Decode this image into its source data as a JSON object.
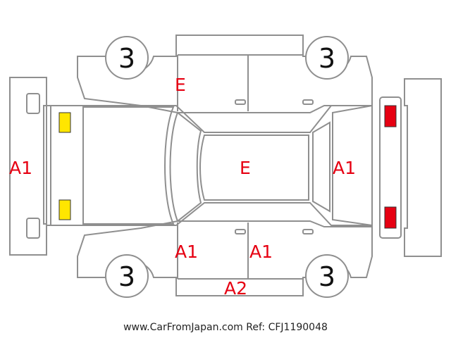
{
  "tires": {
    "front_left": "3",
    "front_right": "3",
    "rear_left": "3",
    "rear_right": "3"
  },
  "marks": {
    "front_bumper": "A1",
    "rear_bumper": "A1",
    "hood": "E",
    "roof": "E",
    "left_front_door": "A1",
    "left_rear_door": "A1",
    "left_rocker": "A2"
  },
  "lamps": {
    "front_color": "#ffe600",
    "rear_color": "#e60012"
  },
  "footer": {
    "credit": "www.CarFromJapan.com Ref: CFJ1190048"
  }
}
